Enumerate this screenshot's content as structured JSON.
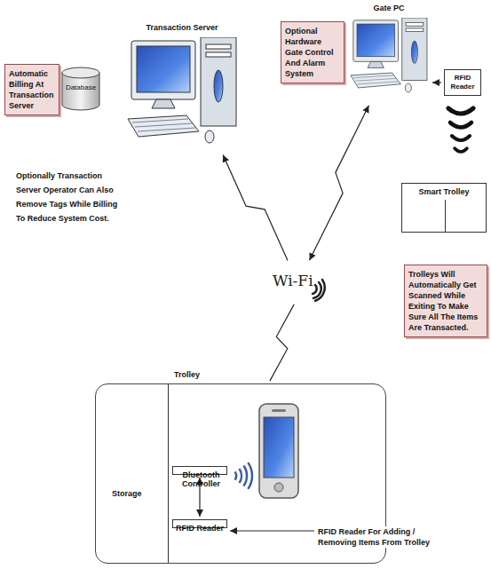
{
  "diagram": {
    "nodes": [
      {
        "text": [
          "Transaction Server"
        ]
      },
      {
        "text": [
          "Automatic Billing At Transaction Server"
        ]
      },
      {
        "text": [
          "Database"
        ]
      },
      {
        "text": [
          "Gate PC"
        ]
      },
      {
        "text": [
          "Optional Hardware Gate Control And Alarm System"
        ]
      },
      {
        "text": [
          "RFID Reader"
        ]
      },
      {
        "text": [
          "Smart Trolley"
        ]
      },
      {
        "text": [
          "Trolleys Will Automatically Get Scanned While Exiting To Make Sure All The Items Are Transacted."
        ]
      },
      {
        "text": [
          "Wi-Fi"
        ]
      },
      {
        "text": [
          "Trolley",
          "Storage"
        ]
      },
      {
        "text": [
          "Bluetooth Controller"
        ],
        "in": 9
      },
      {
        "text": [
          "RFID Reader"
        ],
        "in": 9
      }
    ],
    "edges": [
      {
        "from": 8,
        "to": 0,
        "arrow": "to"
      },
      {
        "from": 8,
        "to": 3,
        "arrow": "both"
      },
      {
        "from": 8,
        "to": 9,
        "arrow": "none"
      },
      {
        "from": 5,
        "to": 3,
        "arrow": "to"
      },
      {
        "from": 10,
        "to": 11,
        "arrow": "both"
      }
    ],
    "labels": [
      "Optionally Transaction Server Operator Can Also Remove Tags While Billing To Reduce System Cost.",
      "RFID Reader For Adding / Removing Items From Trolley"
    ]
  }
}
